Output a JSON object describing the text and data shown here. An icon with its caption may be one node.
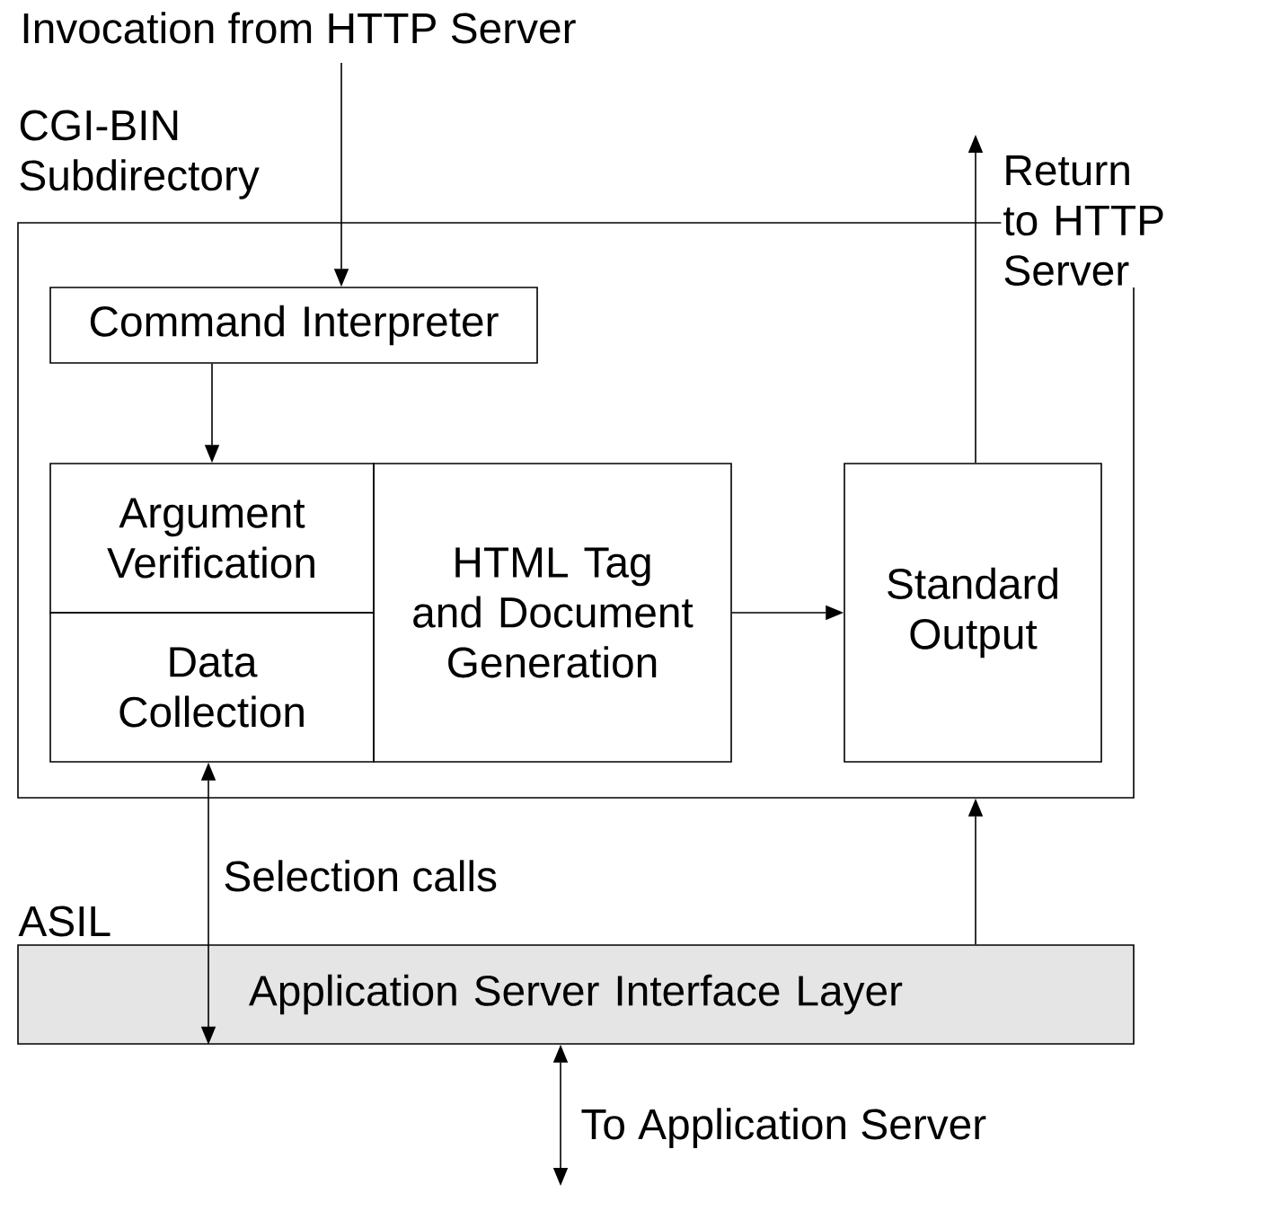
{
  "diagram": {
    "nodes": [
      {
        "text": [
          "CGI-BIN Subdirectory"
        ]
      },
      {
        "text": [
          "Command Interpreter"
        ],
        "in": 0
      },
      {
        "text": [
          "Argument Verification"
        ],
        "in": 0
      },
      {
        "text": [
          "Data Collection"
        ],
        "in": 0
      },
      {
        "text": [
          "HTML Tag and Document Generation"
        ],
        "in": 0
      },
      {
        "text": [
          "Standard Output"
        ],
        "in": 0
      },
      {
        "text": [
          "Application Server Interface Layer"
        ],
        "beside": [
          "ASIL"
        ]
      }
    ],
    "edges": [
      {
        "from": null,
        "to": 1,
        "arrow": "to",
        "label": "Invocation from HTTP Server"
      },
      {
        "from": 1,
        "to": 2,
        "arrow": "to"
      },
      {
        "from": 4,
        "to": 5,
        "arrow": "to"
      },
      {
        "from": 5,
        "to": null,
        "arrow": "to",
        "label": "Return to HTTP Server"
      },
      {
        "from": 3,
        "to": 6,
        "arrow": "both",
        "label": "Selection calls"
      },
      {
        "from": 6,
        "to": 0,
        "arrow": "to"
      },
      {
        "from": 6,
        "to": null,
        "arrow": "both",
        "label": "To Application Server"
      }
    ]
  }
}
